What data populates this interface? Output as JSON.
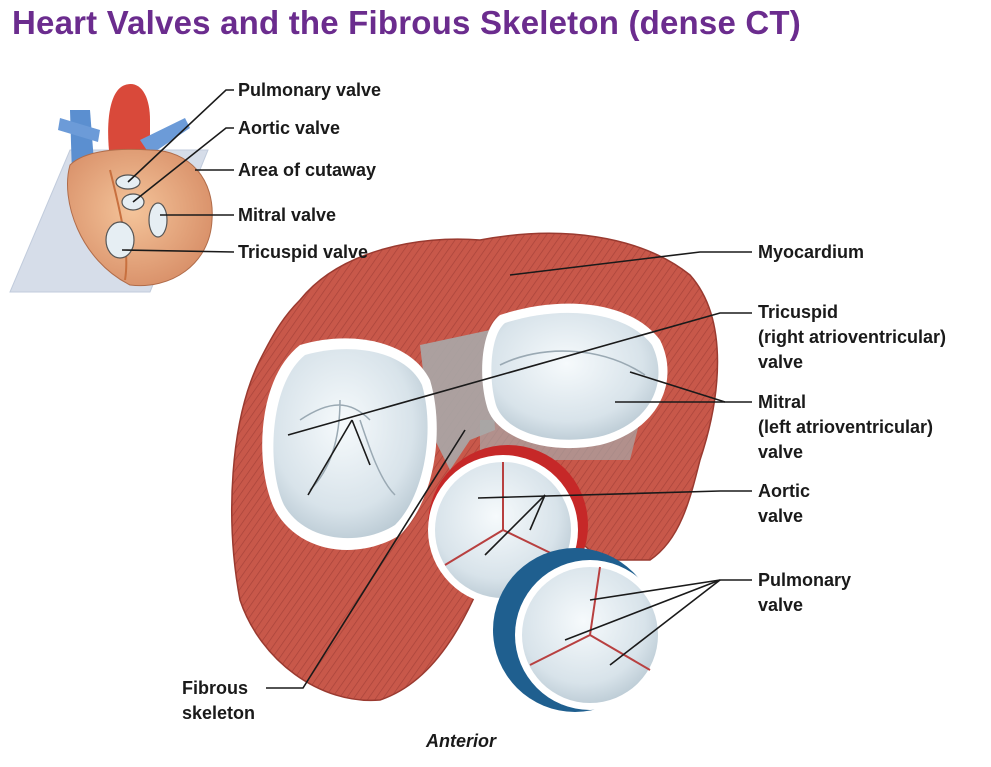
{
  "title": "Heart Valves and the Fibrous Skeleton (dense CT)",
  "inset_labels": {
    "pulmonary": "Pulmonary valve",
    "aortic": "Aortic valve",
    "cutaway": "Area of cutaway",
    "mitral": "Mitral valve",
    "tricuspid": "Tricuspid valve"
  },
  "main_labels": {
    "myocardium": "Myocardium",
    "tricuspid": [
      "Tricuspid",
      "(right atrioventricular)",
      "valve"
    ],
    "mitral": [
      "Mitral",
      "(left atrioventricular)",
      "valve"
    ],
    "aortic": [
      "Aortic",
      "valve"
    ],
    "pulmonary": [
      "Pulmonary",
      "valve"
    ],
    "fibrous": [
      "Fibrous",
      "skeleton"
    ]
  },
  "orientation": "Anterior",
  "colors": {
    "title": "#6b2c8e",
    "muscle": "#c8584a",
    "fibrous": "#b0b0b0",
    "valve": "#dfe9ef",
    "pulmonary_ring": "#1f5f8f",
    "aortic_ring": "#c62828"
  }
}
